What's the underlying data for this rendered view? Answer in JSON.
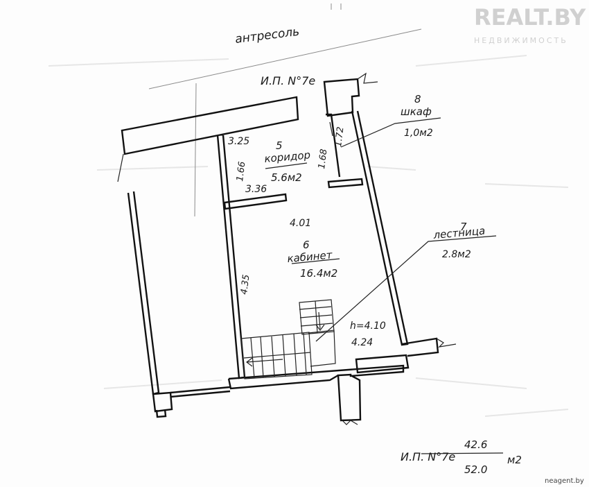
{
  "watermark": {
    "brand": "REALT.BY",
    "tagline": "НЕДВИЖИМОСТЬ"
  },
  "footer_site": "neagent.by",
  "labels": {
    "mezzanine": "антресоль",
    "ip_top": "И.П. N°7е",
    "ip_bottom": "И.П. N°7е",
    "area_main": "42.6",
    "area_total": "52.0",
    "area_unit": "м2"
  },
  "rooms": {
    "corridor": {
      "number": "5",
      "name": "коридор",
      "area": "5.6м2"
    },
    "closet": {
      "number": "8",
      "name": "шкаф",
      "area": "1,0м2"
    },
    "office": {
      "number": "6",
      "name": "кабинет",
      "area": "16.4м2"
    },
    "stairs": {
      "number": "7",
      "name": "лестница",
      "area": "2.8м2"
    }
  },
  "dimensions": {
    "d_3_25": "3.25",
    "d_1_66": "1.66",
    "d_3_36": "3.36",
    "d_1_68": "1.68",
    "d_1_72": "1.72",
    "d_4_01": "4.01",
    "d_4_35": "4.35",
    "d_4_24": "4.24",
    "height": "h=4.10"
  }
}
